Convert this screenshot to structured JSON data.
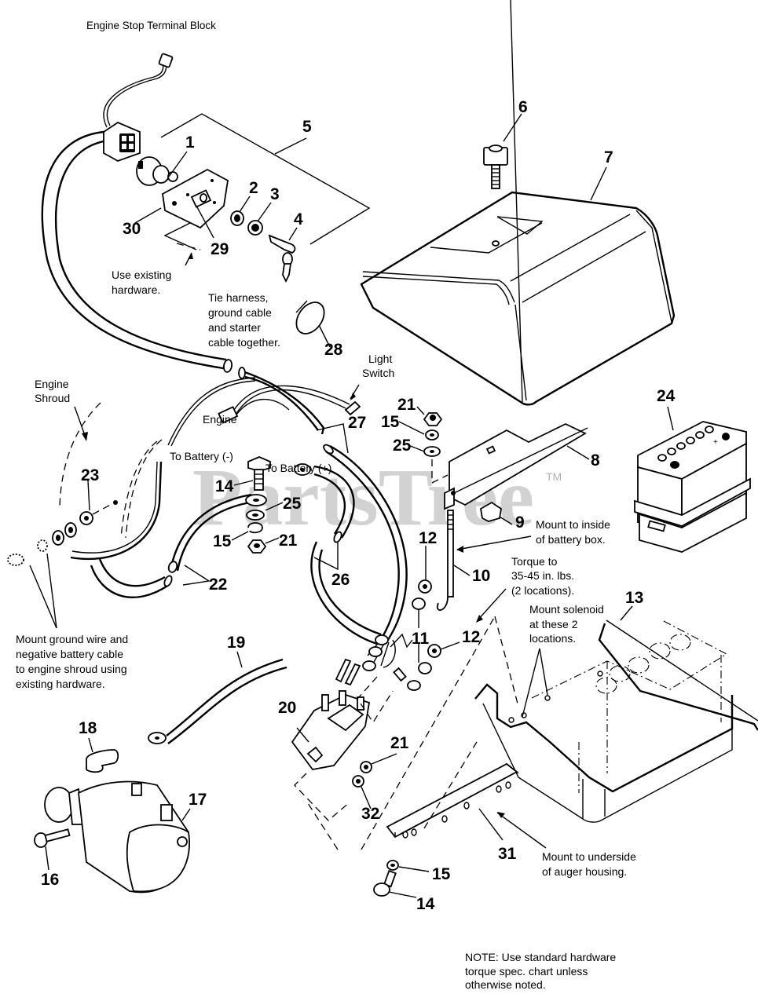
{
  "title": "Engine Stop Terminal Block",
  "watermark": {
    "text": "PartsTree",
    "trademark": "TM"
  },
  "callouts": [
    {
      "id": "1",
      "label": "1"
    },
    {
      "id": "2",
      "label": "2"
    },
    {
      "id": "3",
      "label": "3"
    },
    {
      "id": "4",
      "label": "4"
    },
    {
      "id": "5",
      "label": "5"
    },
    {
      "id": "6",
      "label": "6"
    },
    {
      "id": "7",
      "label": "7"
    },
    {
      "id": "8",
      "label": "8"
    },
    {
      "id": "9",
      "label": "9"
    },
    {
      "id": "10",
      "label": "10"
    },
    {
      "id": "11",
      "label": "11"
    },
    {
      "id": "12a",
      "label": "12"
    },
    {
      "id": "12b",
      "label": "12"
    },
    {
      "id": "13",
      "label": "13"
    },
    {
      "id": "14a",
      "label": "14"
    },
    {
      "id": "14b",
      "label": "14"
    },
    {
      "id": "15a",
      "label": "15"
    },
    {
      "id": "15b",
      "label": "15"
    },
    {
      "id": "15c",
      "label": "15"
    },
    {
      "id": "16",
      "label": "16"
    },
    {
      "id": "17",
      "label": "17"
    },
    {
      "id": "18",
      "label": "18"
    },
    {
      "id": "19",
      "label": "19"
    },
    {
      "id": "20",
      "label": "20"
    },
    {
      "id": "21a",
      "label": "21"
    },
    {
      "id": "21b",
      "label": "21"
    },
    {
      "id": "21c",
      "label": "21"
    },
    {
      "id": "22",
      "label": "22"
    },
    {
      "id": "23",
      "label": "23"
    },
    {
      "id": "24",
      "label": "24"
    },
    {
      "id": "25a",
      "label": "25"
    },
    {
      "id": "25b",
      "label": "25"
    },
    {
      "id": "26",
      "label": "26"
    },
    {
      "id": "27",
      "label": "27"
    },
    {
      "id": "28",
      "label": "28"
    },
    {
      "id": "29",
      "label": "29"
    },
    {
      "id": "30",
      "label": "30"
    },
    {
      "id": "31",
      "label": "31"
    },
    {
      "id": "32",
      "label": "32"
    }
  ],
  "notes": {
    "use_existing_hardware": [
      "Use existing",
      "hardware."
    ],
    "tie_harness": [
      "Tie harness,",
      "ground cable",
      "and starter",
      "cable together."
    ],
    "light_switch": [
      "Light",
      "Switch"
    ],
    "engine_shroud": [
      "Engine",
      "Shroud"
    ],
    "engine": "Engine",
    "to_battery_neg": "To Battery (-)",
    "to_battery_pos": "To Battery (+)",
    "mount_inside_battery_box": [
      "Mount to inside",
      "of battery box."
    ],
    "torque": [
      "Torque to",
      "35-45 in. lbs.",
      "(2 locations)."
    ],
    "mount_solenoid": [
      "Mount solenoid",
      "at these 2",
      "locations."
    ],
    "mount_ground_wire": [
      "Mount ground wire and",
      "negative battery cable",
      "to engine shroud using",
      "existing hardware."
    ],
    "mount_underside": [
      "Mount to underside",
      "of auger housing."
    ],
    "footer_note": [
      "NOTE: Use standard hardware",
      "torque spec. chart unless",
      "otherwise noted."
    ]
  }
}
